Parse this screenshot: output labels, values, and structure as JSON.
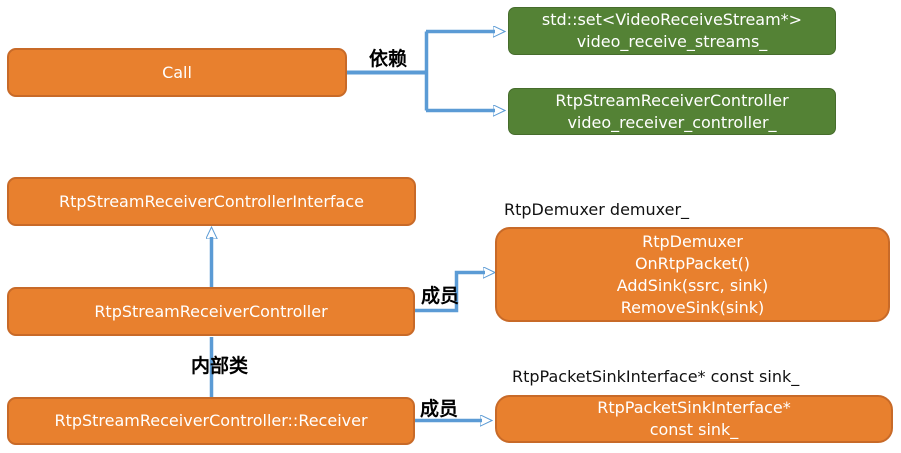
{
  "diagram": {
    "nodes": {
      "call": {
        "label": "Call"
      },
      "video_receive_streams": {
        "line1": "std::set<VideoReceiveStream*>",
        "line2": "video_receive_streams_"
      },
      "video_receiver_controller": {
        "line1": "RtpStreamReceiverController",
        "line2": "video_receiver_controller_"
      },
      "controller_interface": {
        "label": "RtpStreamReceiverControllerInterface"
      },
      "controller": {
        "label": "RtpStreamReceiverController"
      },
      "receiver": {
        "label": "RtpStreamReceiverController::Receiver"
      },
      "demuxer": {
        "title": "RtpDemuxer demuxer_",
        "line1": "RtpDemuxer",
        "line2": "OnRtpPacket()",
        "line3": "AddSink(ssrc, sink)",
        "line4": "RemoveSink(sink)"
      },
      "sink": {
        "title": "RtpPacketSinkInterface* const sink_",
        "line1": "RtpPacketSinkInterface*",
        "line2": "const sink_"
      }
    },
    "edge_labels": {
      "depends": "依赖",
      "member_demuxer": "成员",
      "member_sink": "成员",
      "inner_class": "内部类"
    },
    "colors": {
      "orange_fill": "#E8802E",
      "orange_border": "#C86A28",
      "green_fill": "#548235",
      "green_border": "#466C2C",
      "connector_blue": "#5B9BD5",
      "label_text": "#000000",
      "node_text": "#FFFFFF"
    }
  }
}
